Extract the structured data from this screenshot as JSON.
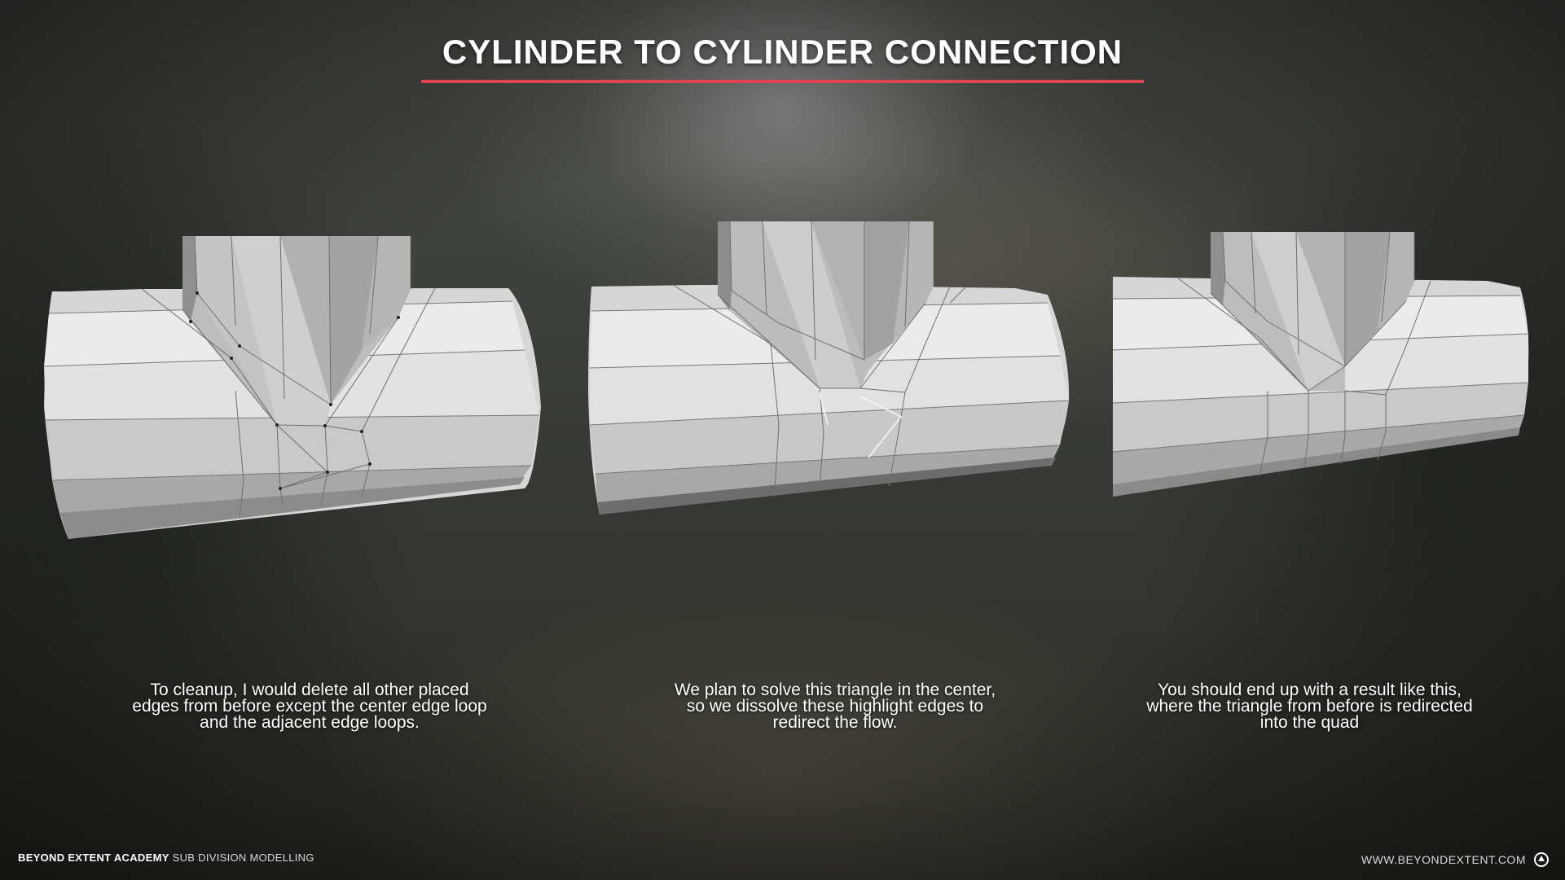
{
  "title": "CYLINDER TO CYLINDER CONNECTION",
  "panels": [
    {
      "caption": "To cleanup, I would delete all other placed edges from before except the center edge loop and the adjacent edge loops."
    },
    {
      "caption": "We plan to solve this triangle in the center, so we dissolve these highlight edges to redirect the flow."
    },
    {
      "caption": "You should end up with a result like this, where the triangle from before is redirected into the quad"
    }
  ],
  "footer": {
    "brand": "BEYOND EXTENT ACADEMY",
    "course": "SUB DIVISION MODELLING",
    "website": "WWW.BEYONDEXTENT.COM",
    "logo_icon": "beyond-extent-logo-icon"
  },
  "colors": {
    "accent": "#e04451",
    "mesh_light": "#e6e6e6",
    "mesh_mid": "#c9c9c9",
    "mesh_dark": "#9a9a9a"
  }
}
